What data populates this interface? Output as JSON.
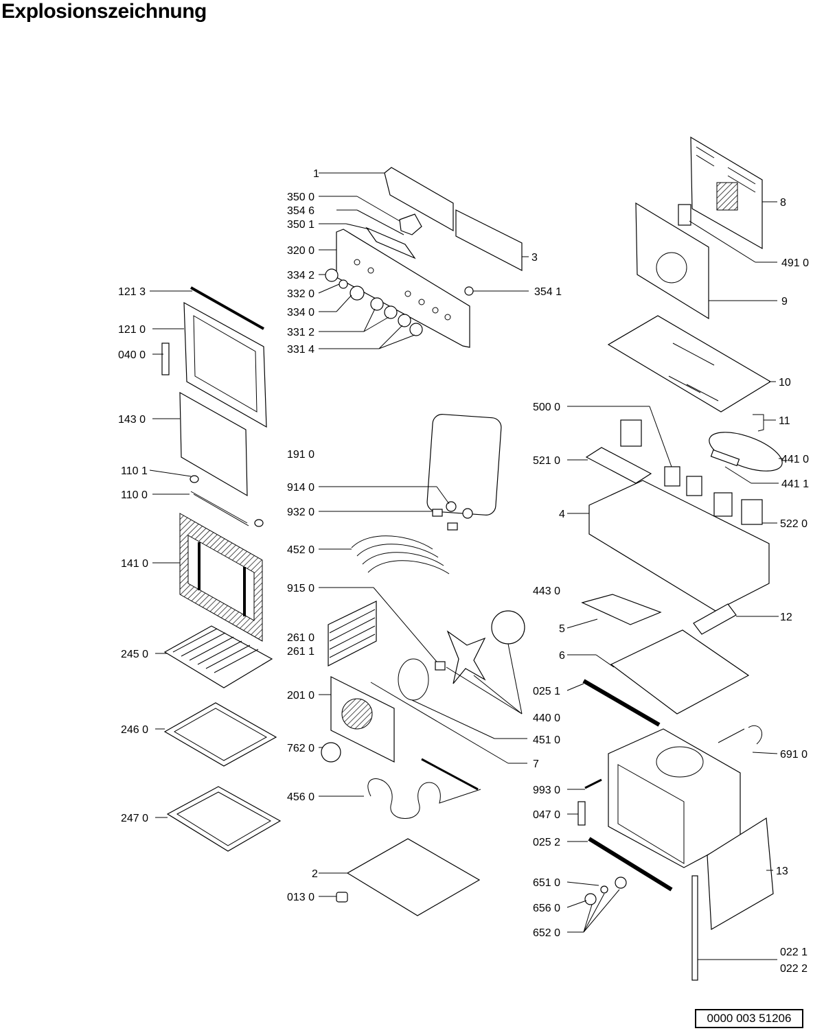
{
  "title": "Explosionszeichnung",
  "document_number": "0000 003 51206",
  "labels": [
    "1",
    "350 0",
    "354 6",
    "350 1",
    "320 0",
    "3",
    "334 2",
    "332 0",
    "334 0",
    "354 1",
    "331 2",
    "331 4",
    "121 3",
    "121 0",
    "040 0",
    "143 0",
    "191 0",
    "110 1",
    "110 0",
    "914 0",
    "932 0",
    "452 0",
    "141 0",
    "915 0",
    "261 0",
    "261 1",
    "245 0",
    "201 0",
    "246 0",
    "762 0",
    "247 0",
    "456 0",
    "2",
    "013 0",
    "8",
    "491 0",
    "9",
    "10",
    "500 0",
    "11",
    "521 0",
    "441 0",
    "441 1",
    "4",
    "522 0",
    "443 0",
    "5",
    "12",
    "6",
    "025 1",
    "440 0",
    "451 0",
    "7",
    "691 0",
    "993 0",
    "047 0",
    "025 2",
    "13",
    "651 0",
    "656 0",
    "652 0",
    "022 1",
    "022 2"
  ]
}
